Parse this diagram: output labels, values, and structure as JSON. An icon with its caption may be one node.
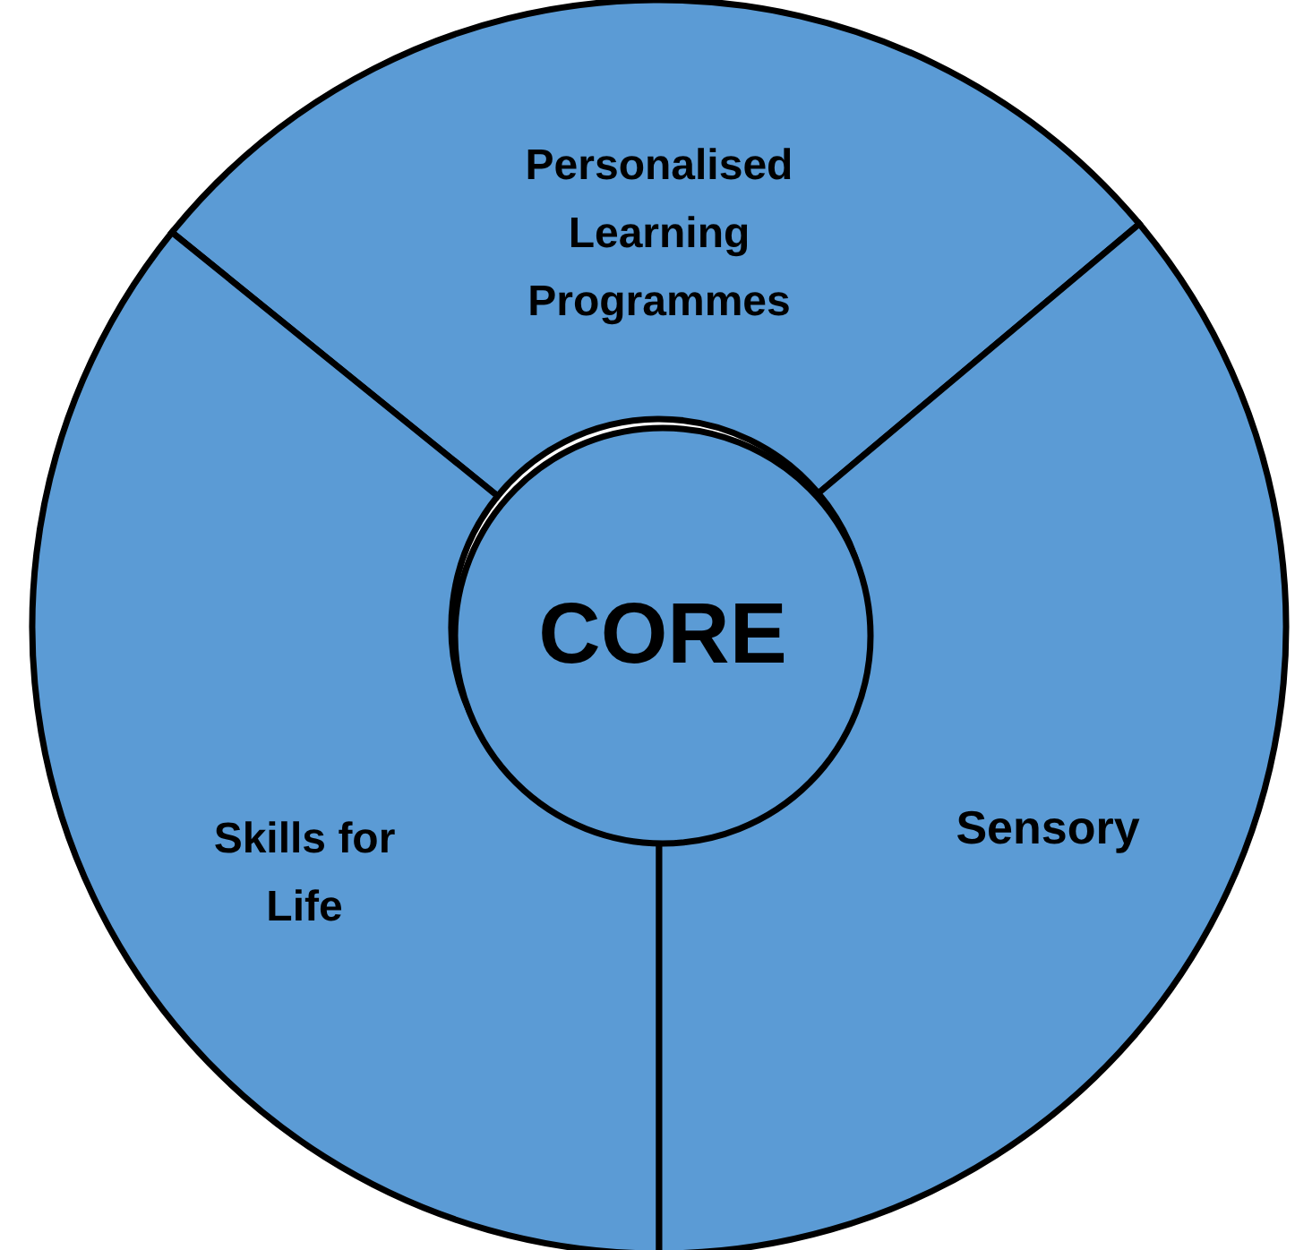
{
  "diagram": {
    "nodes": [
      {
        "text": [
          "Personalised Learning Programmes"
        ]
      },
      {
        "text": [
          "CORE"
        ]
      },
      {
        "text": [
          "Skills for Life"
        ]
      },
      {
        "text": [
          "Sensory"
        ]
      }
    ]
  }
}
